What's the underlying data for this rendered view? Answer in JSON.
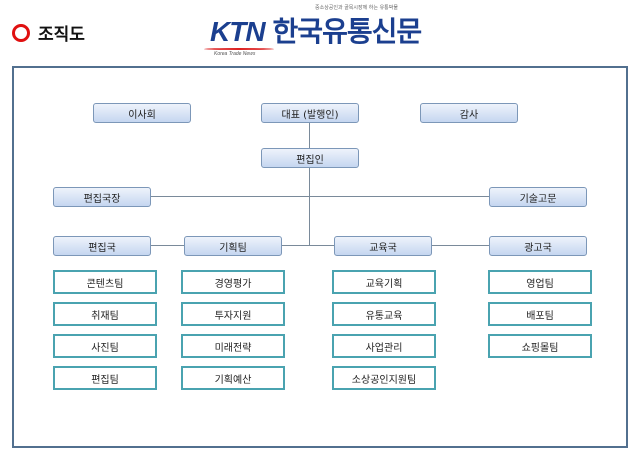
{
  "header": {
    "title": "조직도",
    "logo_brand": "KTN",
    "logo_tagline": "Korea Trade News",
    "logo_name": "한국유통신문",
    "logo_slogan": "중소상공인과 골목시장께 하는 유통박물"
  },
  "org": {
    "board": "이사회",
    "ceo": "대표 (발행인)",
    "auditor": "감사",
    "publisher": "편집인",
    "chief_editor": "편집국장",
    "tech_advisor": "기술고문",
    "departments": [
      {
        "name": "편집국",
        "teams": [
          "콘텐츠팀",
          "취재팀",
          "사진팀",
          "편집팀"
        ]
      },
      {
        "name": "기획팀",
        "teams": [
          "경영평가",
          "투자지원",
          "미래전략",
          "기획예산"
        ]
      },
      {
        "name": "교육국",
        "teams": [
          "교육기획",
          "유통교육",
          "사업관리",
          "소상공인지원팀"
        ]
      },
      {
        "name": "광고국",
        "teams": [
          "영업팀",
          "배포팀",
          "쇼핑몰팀"
        ]
      }
    ]
  },
  "colors": {
    "accent": "#1b3f8f",
    "ring": "#e01010",
    "team_border": "#4aa3b0"
  }
}
